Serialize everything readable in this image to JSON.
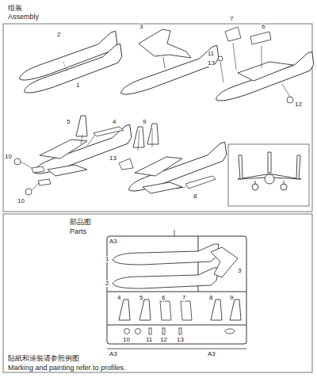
{
  "diagram": {
    "labels": [
      "组装",
      "Assembly",
      "2",
      "1",
      "3",
      "7",
      "6",
      "11",
      "13",
      "12",
      "5",
      "4",
      "10",
      "10",
      "9",
      "13",
      "8",
      "部品图",
      "Parts",
      "A3",
      "1",
      "2",
      "3",
      "4",
      "5",
      "6",
      "7",
      "8",
      "9",
      "10",
      "11",
      "12",
      "13",
      "A3",
      "A3",
      "貼紙和涂裝请参照例图",
      "Marking and painting refer to profiles."
    ]
  }
}
